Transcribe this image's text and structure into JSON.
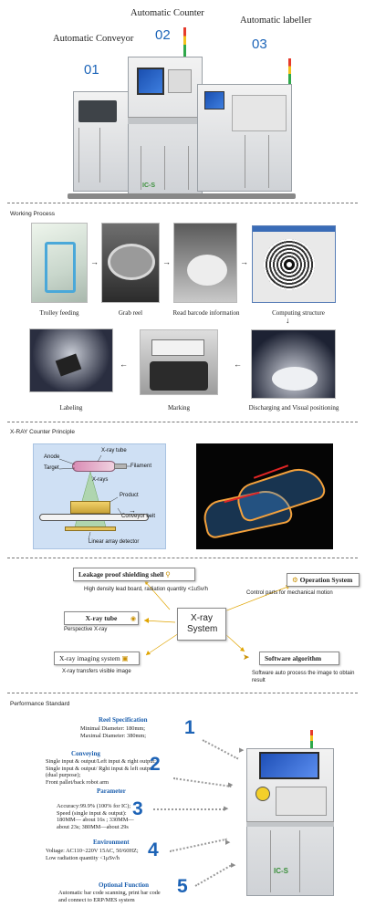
{
  "hero": {
    "labels": [
      {
        "num": "01",
        "title": "Automatic Conveyor"
      },
      {
        "num": "02",
        "title": "Automatic Counter"
      },
      {
        "num": "03",
        "title": "Automatic labeller"
      }
    ],
    "brand": "IC-S"
  },
  "working_process": {
    "heading": "Working Process",
    "steps": [
      "Trolley feeding",
      "Grab reel",
      "Read barcode information",
      "Computing structure",
      "Labeling",
      "Marking",
      "Discharging and Visual positioning"
    ]
  },
  "xray_principle": {
    "heading": "X-RAY Counter Principle",
    "labels": {
      "anode": "Anode",
      "target": "Target",
      "tube": "X-ray tube",
      "filament": "Filament",
      "xrays": "X-rays",
      "product": "Product",
      "belt": "Conveyor belt",
      "detector": "Linear array detector"
    }
  },
  "system": {
    "center": "X-ray System",
    "nodes": [
      {
        "title": "Leakage proof shielding shell",
        "text": "High density lead board, radiation quantity <1uSv/h"
      },
      {
        "title": "Operation System",
        "text": "Control parts for mechanical motion"
      },
      {
        "title": "X-ray tube",
        "text": "Perspective X-ray"
      },
      {
        "title": "X-ray imaging system",
        "text": "X-ray transfers visible image"
      },
      {
        "title": "Software algorithm",
        "text": "Software auto process the image to obtain result"
      }
    ]
  },
  "performance": {
    "heading": "Performance Standard",
    "items": [
      {
        "num": "1",
        "title": "Reel Specification",
        "lines": [
          "Minimal Diameter: 180mm;",
          "Maximal Diameter: 380mm;"
        ]
      },
      {
        "num": "2",
        "title": "Conveying",
        "lines": [
          "Single input & output/Left input & right output;",
          "Single input & output/ Rght input & left output",
          "(dual purpose);",
          "Front pallet/back robot arm"
        ]
      },
      {
        "num": "3",
        "title": "Parameter",
        "lines": [
          "Accuracy:99.9% (100% for IC);",
          "Speed (single input & output):",
          "180MM— about 16s ; 330MM—",
          "about 23s; 380MM—about 29s"
        ]
      },
      {
        "num": "4",
        "title": "Environment",
        "lines": [
          "Voltage: AC110~220V 15AC, 50/60HZ;",
          "Low radiation quantity <1μSv/h"
        ]
      },
      {
        "num": "5",
        "title": "Optional Function",
        "lines": [
          "Automatic bar code scanning, print bar code",
          "and connect to ERP/MES system"
        ]
      }
    ],
    "brand": "IC-S"
  }
}
